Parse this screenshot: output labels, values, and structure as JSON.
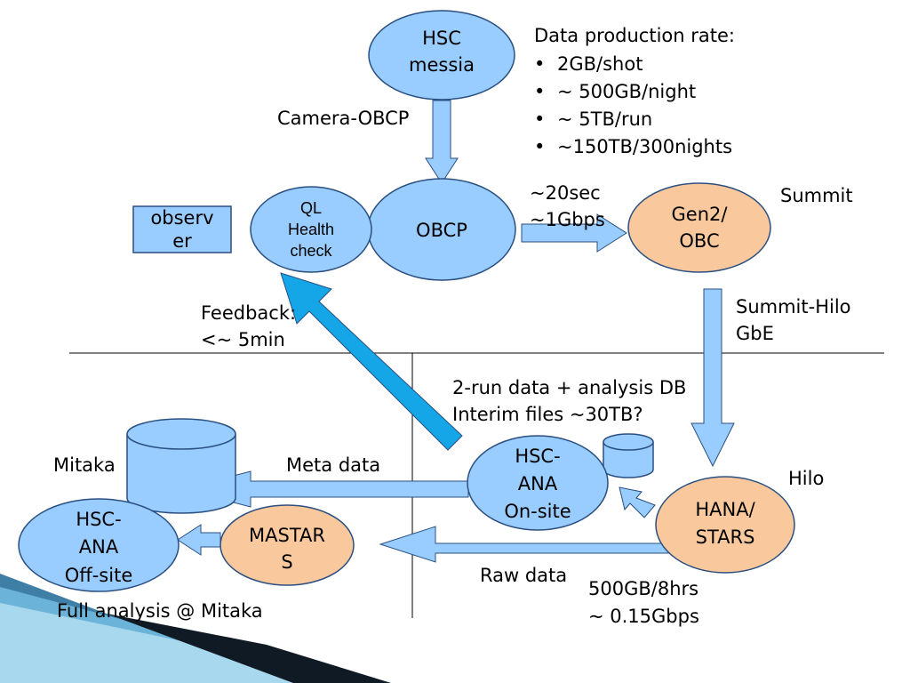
{
  "nodes": {
    "hsc_messia": [
      "HSC",
      "messia"
    ],
    "ql_health": [
      "QL",
      "Health",
      "check"
    ],
    "obcp": "OBCP",
    "gen2_obc": [
      "Gen2/",
      "OBC"
    ],
    "observer": [
      "observ",
      "er"
    ],
    "hsc_ana_onsite": [
      "HSC-",
      "ANA",
      "On-site"
    ],
    "hana_stars": [
      "HANA/",
      "STARS"
    ],
    "mastars": [
      "MASTAR",
      "S"
    ],
    "hsc_ana_offsite": [
      "HSC-",
      "ANA",
      "Off-site"
    ]
  },
  "rate_box": {
    "title": "Data production rate:",
    "items": [
      "2GB/shot",
      "~ 500GB/night",
      "~ 5TB/run",
      "~150TB/300nights"
    ]
  },
  "labels": {
    "camera_obcp": "Camera-OBCP",
    "summit": "Summit",
    "link_rate": [
      "~20sec",
      "~1Gbps"
    ],
    "summit_hilo": [
      "Summit-Hilo",
      "GbE"
    ],
    "feedback": [
      "Feedback:",
      "<~ 5min"
    ],
    "run_data": [
      "2-run data + analysis DB",
      "Interim files ~30TB?"
    ],
    "mitaka": "Mitaka",
    "meta_data": "Meta data",
    "hilo": "Hilo",
    "raw_data": "Raw data",
    "transfer_rate": [
      "500GB/8hrs",
      "~ 0.15Gbps"
    ],
    "full_analysis": "Full analysis @ Mitaka"
  },
  "colors": {
    "blue_fill": "#99ccff",
    "orange_fill": "#f9c89d",
    "outline": "#2a4f80",
    "feedback_arrow": "#14a6e6"
  }
}
